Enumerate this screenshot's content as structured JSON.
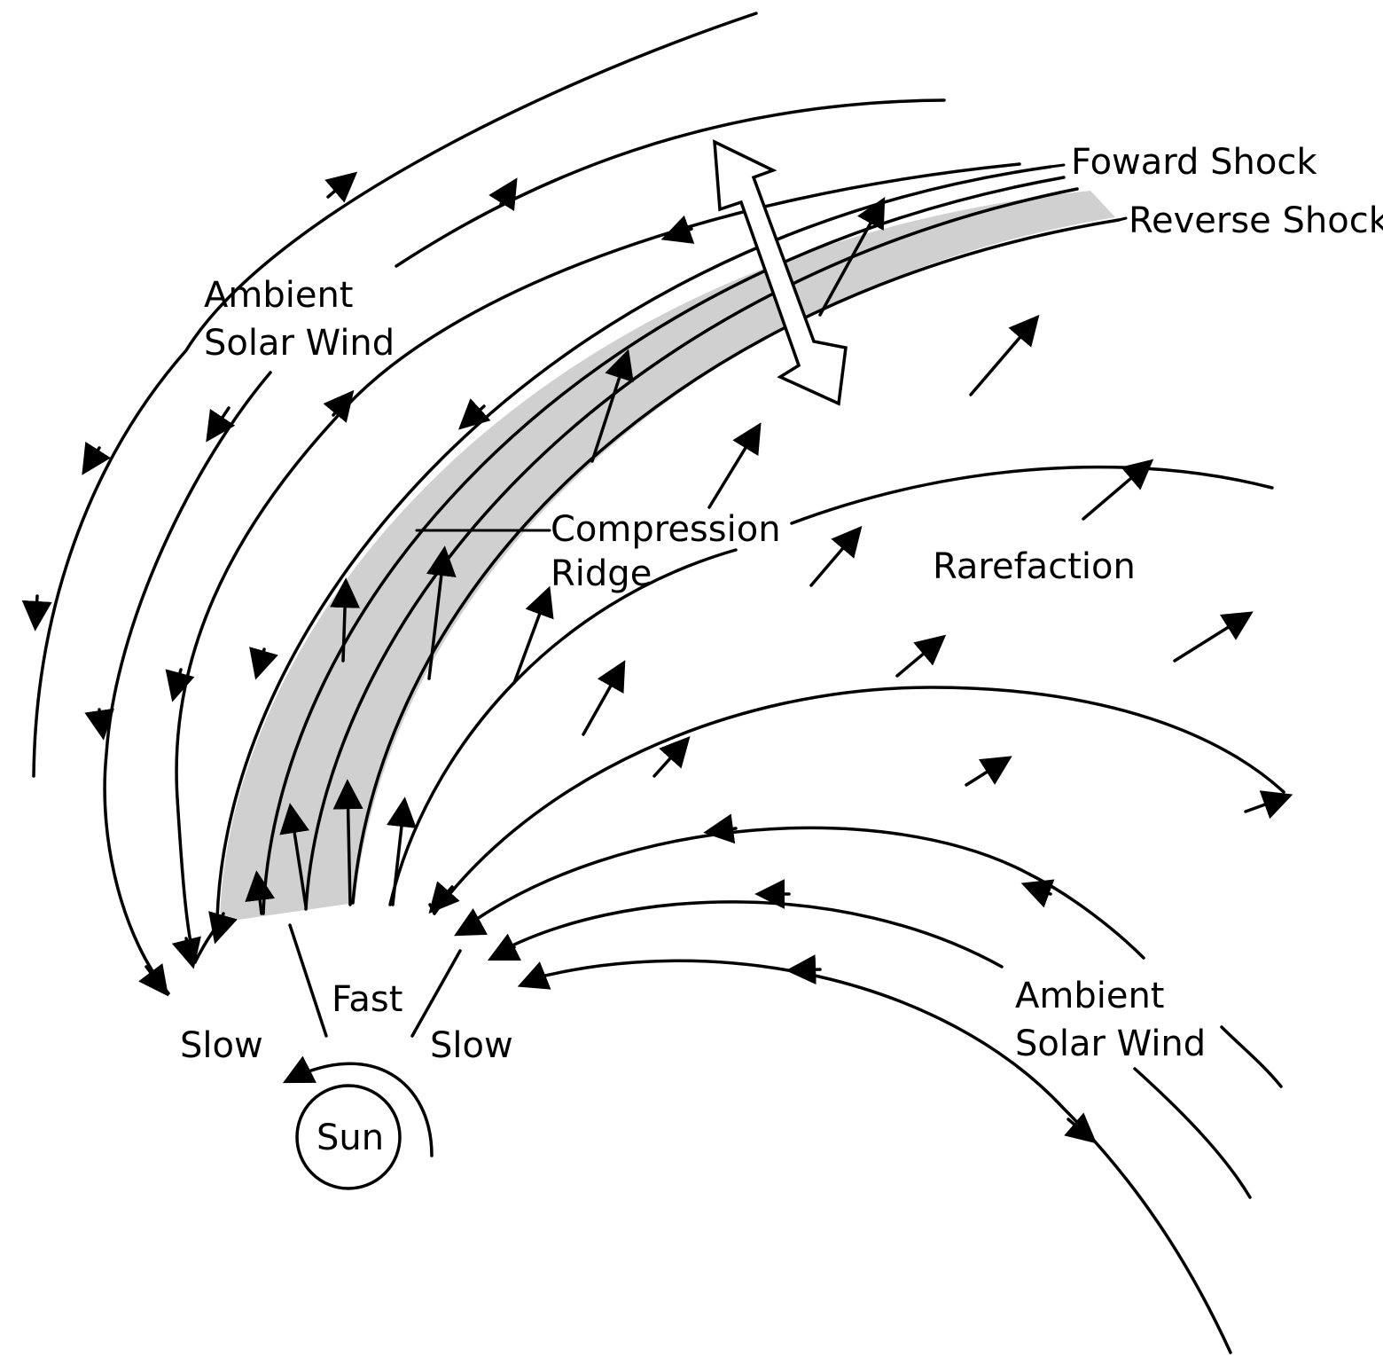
{
  "labels": {
    "forward_shock": "Foward Shock",
    "reverse_shock": "Reverse Shock",
    "ambient_top_line1": "Ambient",
    "ambient_top_line2": "Solar Wind",
    "compression_line1": "Compression",
    "compression_line2": "Ridge",
    "rarefaction": "Rarefaction",
    "ambient_bottom_line1": "Ambient",
    "ambient_bottom_line2": "Solar Wind",
    "fast": "Fast",
    "slow_left": "Slow",
    "slow_right": "Slow",
    "sun": "Sun"
  },
  "colors": {
    "ink": "#000000",
    "compression_region": "#d0d0d0",
    "background": "#ffffff"
  }
}
